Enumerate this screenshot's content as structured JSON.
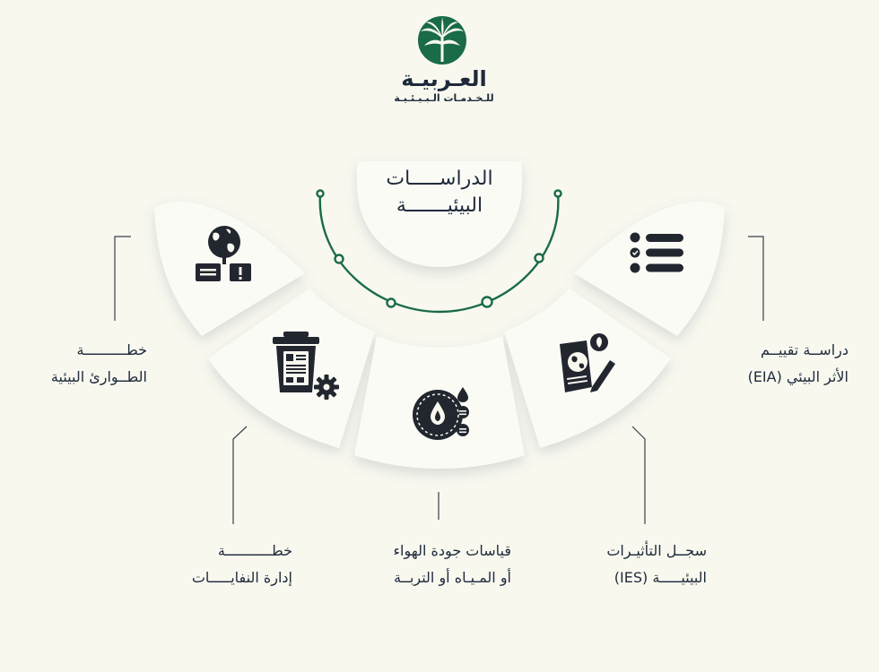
{
  "colors": {
    "background": "#f8f8ef",
    "card": "#fbfbf6",
    "accent_green": "#1a6b48",
    "icon_dark": "#22262f",
    "text_dark": "#1e2a3b"
  },
  "logo": {
    "title": "العـربيـة",
    "subtitle": "للـخـدمـات الـبـيـئـيـة",
    "icon": "palm-leaf-logo-icon"
  },
  "center": {
    "line1": "الدراســـــات",
    "line2": "البيئيـــــــة"
  },
  "segments": [
    {
      "icon": "checklist-icon",
      "line1": "دراســة تقييــم",
      "line2": "الأثر البيئي (EIA)"
    },
    {
      "icon": "environmental-document-icon",
      "line1": "سجــل التأثيـرات",
      "line2": "البيئيـــــة (IES)"
    },
    {
      "icon": "water-air-soil-gauge-icon",
      "line1": "قياسات جودة الهواء",
      "line2": "أو المـيـاه أو التربــة"
    },
    {
      "icon": "waste-bin-gear-icon",
      "line1": "خطـــــــــــة",
      "line2": "إدارة النفايـــــات"
    },
    {
      "icon": "globe-alert-icon",
      "line1": "خطــــــــــة",
      "line2": "الطــوارئ البيئية"
    }
  ]
}
